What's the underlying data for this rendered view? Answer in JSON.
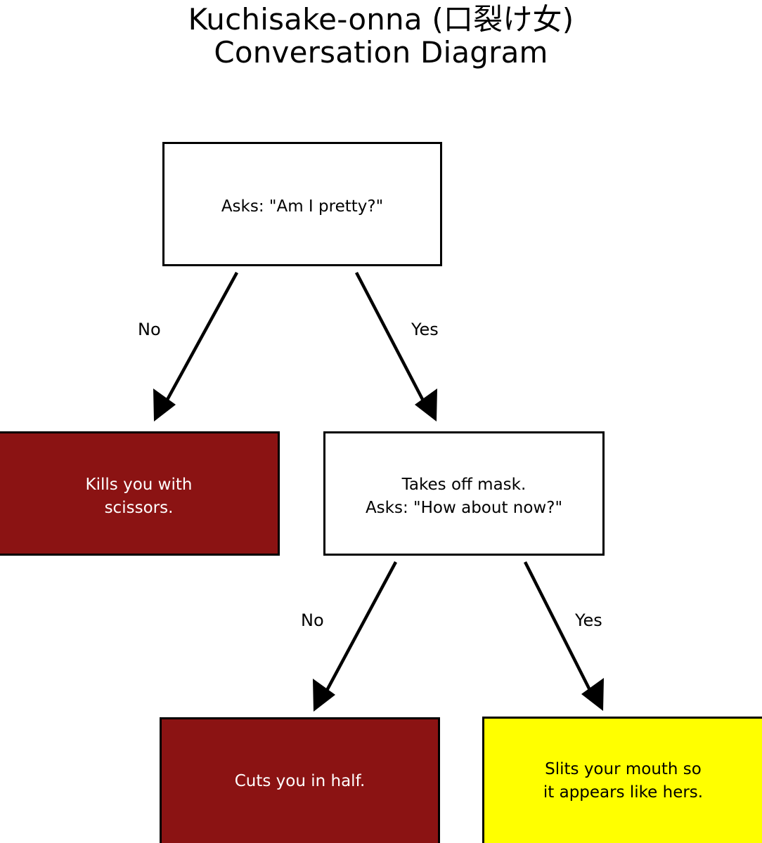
{
  "diagram": {
    "title": {
      "line1": "Kuchisake-onna (口裂け女)",
      "line2": "Conversation Diagram"
    },
    "colors": {
      "background": "#ffffff",
      "outline": "#000000",
      "death_red": "#8B1313",
      "death_red_text": "#ffffff",
      "survive_yellow": "#FFFF00",
      "survive_yellow_text": "#000000",
      "neutral_white": "#ffffff",
      "neutral_white_text": "#000000"
    },
    "nodes": [
      {
        "id": "root",
        "kind": "question",
        "fill": "white",
        "text": "Asks: \"Am I pretty?\""
      },
      {
        "id": "kills-with-scissors",
        "kind": "outcome",
        "fill": "red",
        "text": "Kills you with\nscissors."
      },
      {
        "id": "takes-off-mask",
        "kind": "question",
        "fill": "white",
        "text": "Takes off mask.\nAsks: \"How about now?\""
      },
      {
        "id": "cuts-you-in-half",
        "kind": "outcome",
        "fill": "red",
        "text": "Cuts you in half."
      },
      {
        "id": "slits-your-mouth",
        "kind": "outcome",
        "fill": "yellow",
        "text": "Slits your mouth so\nit appears like hers."
      }
    ],
    "edges": [
      {
        "id": "root-no",
        "from": "root",
        "to": "kills-with-scissors",
        "label": "No"
      },
      {
        "id": "root-yes",
        "from": "root",
        "to": "takes-off-mask",
        "label": "Yes"
      },
      {
        "id": "mask-no",
        "from": "takes-off-mask",
        "to": "cuts-you-in-half",
        "label": "No"
      },
      {
        "id": "mask-yes",
        "from": "takes-off-mask",
        "to": "slits-your-mouth",
        "label": "Yes"
      }
    ]
  }
}
